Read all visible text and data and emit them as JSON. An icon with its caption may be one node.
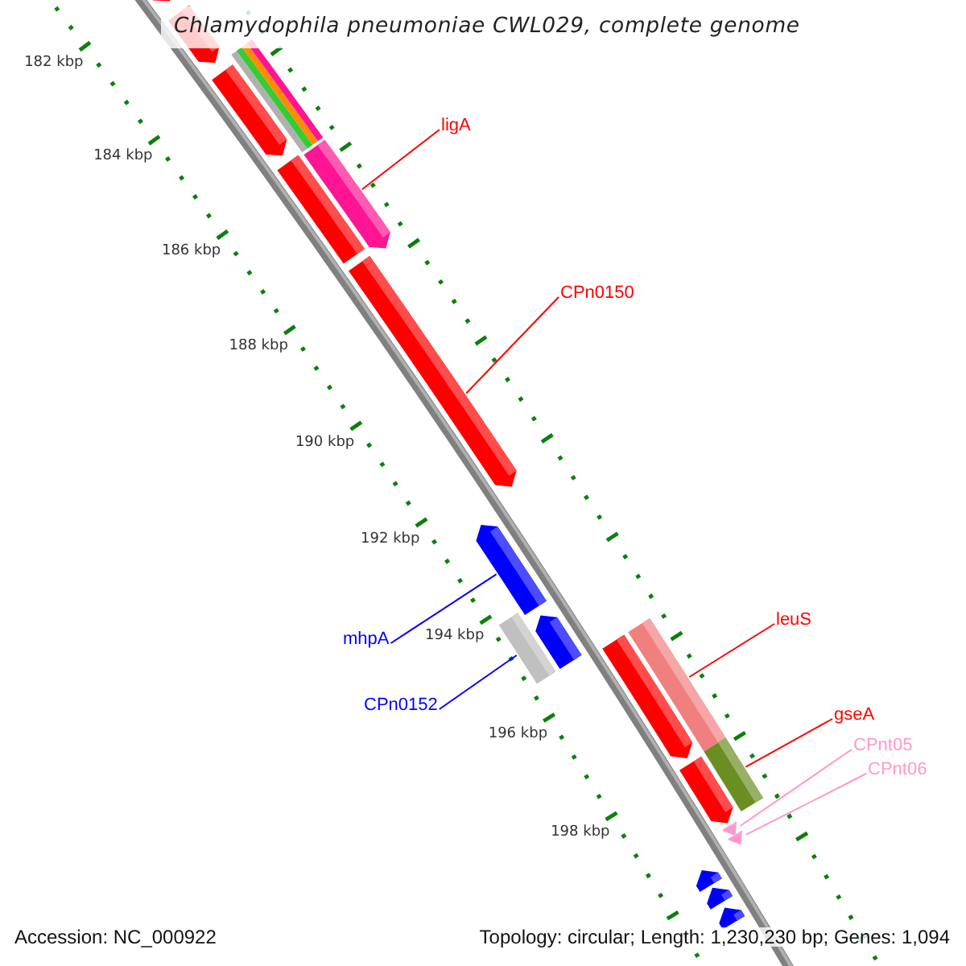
{
  "diagram": {
    "title": "Chlamydophila pneumoniae CWL029, complete genome",
    "nodes": [
      {
        "text": [
          "ligA"
        ]
      },
      {
        "text": [],
        "shape": "arrow"
      },
      {
        "text": [
          "CPn0150"
        ]
      },
      {
        "text": [],
        "shape": "arrow"
      },
      {
        "text": [
          "mhpA"
        ]
      },
      {
        "text": [],
        "shape": "arrow"
      },
      {
        "text": [
          "CPn0152"
        ]
      },
      {
        "text": [],
        "shape": "box"
      },
      {
        "text": [
          "leuS"
        ]
      },
      {
        "text": [],
        "shape": "box"
      },
      {
        "text": [
          "gseA"
        ]
      },
      {
        "text": [],
        "shape": "box"
      },
      {
        "text": [
          "CPnt05"
        ]
      },
      {
        "text": [
          "CPnt06"
        ]
      },
      {
        "text": [],
        "shape": "arrow"
      },
      {
        "text": [],
        "shape": "arrow"
      },
      {
        "text": [],
        "shape": "arrow"
      },
      {
        "text": [],
        "shape": "arrow"
      },
      {
        "text": [],
        "shape": "arrow"
      },
      {
        "text": [],
        "shape": "box"
      },
      {
        "text": [],
        "shape": "arrow"
      },
      {
        "text": [],
        "shape": "arrow"
      },
      {
        "text": [],
        "shape": "arrow"
      },
      {
        "text": [],
        "shape": "arrow"
      },
      {
        "text": [],
        "shape": "arrow"
      },
      {
        "text": [],
        "shape": "arrow"
      },
      {
        "text": [],
        "shape": "arrow"
      }
    ],
    "edges": [
      {
        "from": 0,
        "to": 1,
        "arrow": "none"
      },
      {
        "from": 2,
        "to": 3,
        "arrow": "none"
      },
      {
        "from": 4,
        "to": 5,
        "arrow": "none",
        "color": "#0000ff"
      },
      {
        "from": 6,
        "to": 7,
        "arrow": "none",
        "color": "#0000ff"
      },
      {
        "from": 8,
        "to": 9,
        "arrow": "none"
      },
      {
        "from": 10,
        "to": 11,
        "arrow": "none"
      },
      {
        "from": 12,
        "to": 14,
        "arrow": "none",
        "color": "#ff99cc"
      },
      {
        "from": 13,
        "to": 15,
        "arrow": "none",
        "color": "#ff99cc"
      }
    ],
    "labels": [
      "182 kbp",
      "184 kbp",
      "186 kbp",
      "188 kbp",
      "190 kbp",
      "192 kbp",
      "194 kbp",
      "196 kbp",
      "198 kbp",
      "Accession: NC_000922",
      "Topology: circular; Length: 1,230,230 bp; Genes: 1,094"
    ]
  }
}
